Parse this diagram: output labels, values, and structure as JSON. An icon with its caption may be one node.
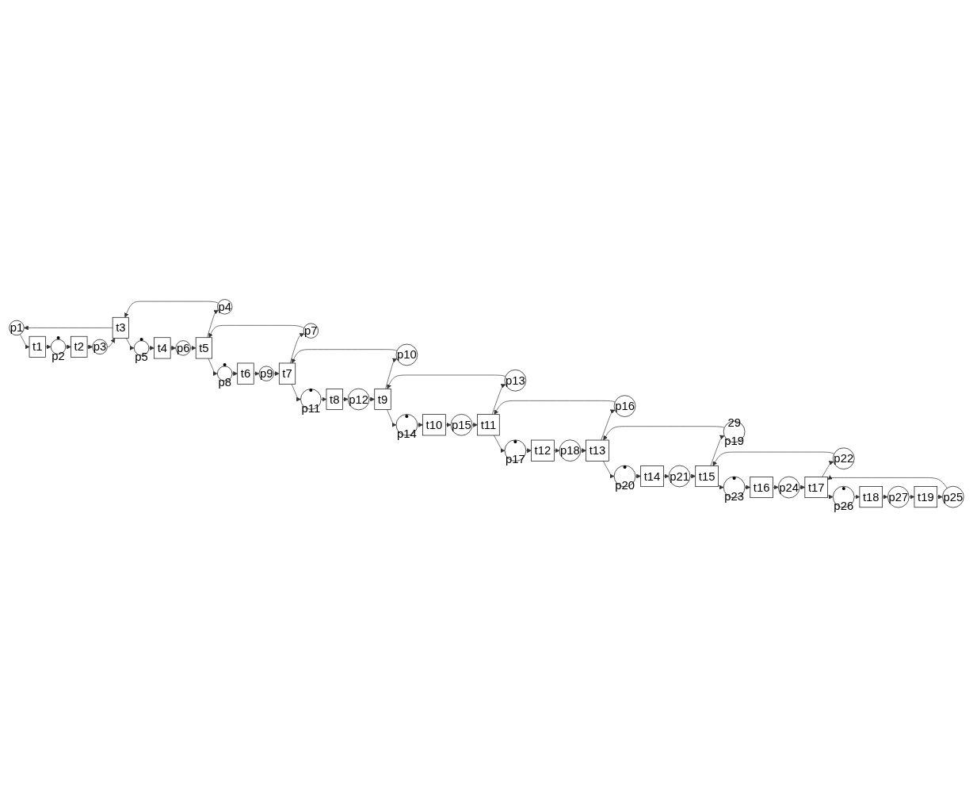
{
  "diagram": {
    "nodes": [
      {
        "text": [
          "p1"
        ]
      },
      {
        "text": [
          "•",
          "p2"
        ]
      },
      {
        "text": [
          "p3"
        ]
      },
      {
        "text": [
          "p4"
        ]
      },
      {
        "text": [
          "•",
          "p5"
        ]
      },
      {
        "text": [
          "p6"
        ]
      },
      {
        "text": [
          "p7"
        ]
      },
      {
        "text": [
          "•",
          "p8"
        ]
      },
      {
        "text": [
          "p9"
        ]
      },
      {
        "text": [
          "p10"
        ]
      },
      {
        "text": [
          "•",
          "p11"
        ]
      },
      {
        "text": [
          "p12"
        ]
      },
      {
        "text": [
          "p13"
        ]
      },
      {
        "text": [
          "•",
          "p14"
        ]
      },
      {
        "text": [
          "p15"
        ]
      },
      {
        "text": [
          "p16"
        ]
      },
      {
        "text": [
          "•",
          "p17"
        ]
      },
      {
        "text": [
          "p18"
        ]
      },
      {
        "text": [
          "29",
          "p19"
        ]
      },
      {
        "text": [
          "•",
          "p20"
        ]
      },
      {
        "text": [
          "p21"
        ]
      },
      {
        "text": [
          "p22"
        ]
      },
      {
        "text": [
          "•",
          "p23"
        ]
      },
      {
        "text": [
          "p24"
        ]
      },
      {
        "text": [
          "p25"
        ]
      },
      {
        "text": [
          "•",
          "p26"
        ]
      },
      {
        "text": [
          "p27"
        ]
      },
      {
        "text": [
          "t1"
        ]
      },
      {
        "text": [
          "t2"
        ]
      },
      {
        "text": [
          "t3"
        ]
      },
      {
        "text": [
          "t4"
        ]
      },
      {
        "text": [
          "t5"
        ]
      },
      {
        "text": [
          "t6"
        ]
      },
      {
        "text": [
          "t7"
        ]
      },
      {
        "text": [
          "t8"
        ]
      },
      {
        "text": [
          "t9"
        ]
      },
      {
        "text": [
          "t10"
        ]
      },
      {
        "text": [
          "t11"
        ]
      },
      {
        "text": [
          "t12"
        ]
      },
      {
        "text": [
          "t13"
        ]
      },
      {
        "text": [
          "t14"
        ]
      },
      {
        "text": [
          "t15"
        ]
      },
      {
        "text": [
          "t16"
        ]
      },
      {
        "text": [
          "t17"
        ]
      },
      {
        "text": [
          "t18"
        ]
      },
      {
        "text": [
          "t19"
        ]
      }
    ],
    "edges": [
      {
        "from": 0,
        "to": 27,
        "arrow": "to"
      },
      {
        "from": 27,
        "to": 1,
        "arrow": "to"
      },
      {
        "from": 1,
        "to": 28,
        "arrow": "to"
      },
      {
        "from": 28,
        "to": 2,
        "arrow": "to"
      },
      {
        "from": 2,
        "to": 29,
        "arrow": "to"
      },
      {
        "from": 29,
        "to": 0,
        "arrow": "to"
      },
      {
        "from": 29,
        "to": 4,
        "arrow": "to"
      },
      {
        "from": 4,
        "to": 30,
        "arrow": "to"
      },
      {
        "from": 30,
        "to": 5,
        "arrow": "to"
      },
      {
        "from": 5,
        "to": 31,
        "arrow": "to"
      },
      {
        "from": 31,
        "to": 3,
        "arrow": "to"
      },
      {
        "from": 3,
        "to": 29,
        "arrow": "to"
      },
      {
        "from": 31,
        "to": 7,
        "arrow": "to"
      },
      {
        "from": 7,
        "to": 32,
        "arrow": "to"
      },
      {
        "from": 32,
        "to": 8,
        "arrow": "to"
      },
      {
        "from": 8,
        "to": 33,
        "arrow": "to"
      },
      {
        "from": 33,
        "to": 6,
        "arrow": "to"
      },
      {
        "from": 6,
        "to": 31,
        "arrow": "to"
      },
      {
        "from": 33,
        "to": 10,
        "arrow": "to"
      },
      {
        "from": 10,
        "to": 34,
        "arrow": "to"
      },
      {
        "from": 34,
        "to": 11,
        "arrow": "to"
      },
      {
        "from": 11,
        "to": 35,
        "arrow": "to"
      },
      {
        "from": 35,
        "to": 9,
        "arrow": "to"
      },
      {
        "from": 9,
        "to": 33,
        "arrow": "to"
      },
      {
        "from": 35,
        "to": 13,
        "arrow": "to"
      },
      {
        "from": 13,
        "to": 36,
        "arrow": "to"
      },
      {
        "from": 36,
        "to": 14,
        "arrow": "to"
      },
      {
        "from": 14,
        "to": 37,
        "arrow": "to"
      },
      {
        "from": 37,
        "to": 12,
        "arrow": "to"
      },
      {
        "from": 12,
        "to": 35,
        "arrow": "to"
      },
      {
        "from": 37,
        "to": 16,
        "arrow": "to"
      },
      {
        "from": 16,
        "to": 38,
        "arrow": "to"
      },
      {
        "from": 38,
        "to": 17,
        "arrow": "to"
      },
      {
        "from": 17,
        "to": 39,
        "arrow": "to"
      },
      {
        "from": 39,
        "to": 15,
        "arrow": "to"
      },
      {
        "from": 15,
        "to": 37,
        "arrow": "to"
      },
      {
        "from": 39,
        "to": 19,
        "arrow": "to"
      },
      {
        "from": 19,
        "to": 40,
        "arrow": "to"
      },
      {
        "from": 40,
        "to": 20,
        "arrow": "to"
      },
      {
        "from": 20,
        "to": 41,
        "arrow": "to"
      },
      {
        "from": 41,
        "to": 18,
        "arrow": "to"
      },
      {
        "from": 18,
        "to": 39,
        "arrow": "to"
      },
      {
        "from": 41,
        "to": 22,
        "arrow": "to"
      },
      {
        "from": 22,
        "to": 42,
        "arrow": "to"
      },
      {
        "from": 42,
        "to": 23,
        "arrow": "to"
      },
      {
        "from": 23,
        "to": 43,
        "arrow": "to"
      },
      {
        "from": 43,
        "to": 21,
        "arrow": "to"
      },
      {
        "from": 21,
        "to": 41,
        "arrow": "to"
      },
      {
        "from": 43,
        "to": 25,
        "arrow": "to"
      },
      {
        "from": 25,
        "to": 44,
        "arrow": "to"
      },
      {
        "from": 44,
        "to": 26,
        "arrow": "to"
      },
      {
        "from": 26,
        "to": 45,
        "arrow": "to"
      },
      {
        "from": 45,
        "to": 24,
        "arrow": "to"
      },
      {
        "from": 24,
        "to": 43,
        "arrow": "to"
      }
    ]
  }
}
